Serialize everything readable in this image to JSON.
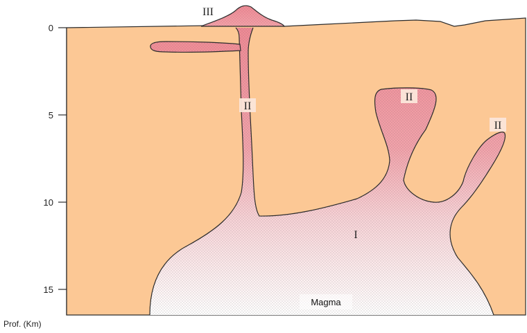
{
  "axis": {
    "title": "Prof. (Km)",
    "ticks": [
      "0",
      "5",
      "10",
      "15"
    ]
  },
  "labels": {
    "stage_I": "I",
    "stage_II": "II",
    "stage_III": "III",
    "magma": "Magma"
  },
  "colors": {
    "crust": "#fcc895",
    "magma_deep": "#ffffff",
    "magma_shallow": "#f18e98",
    "outline": "#2b2b2b"
  }
}
